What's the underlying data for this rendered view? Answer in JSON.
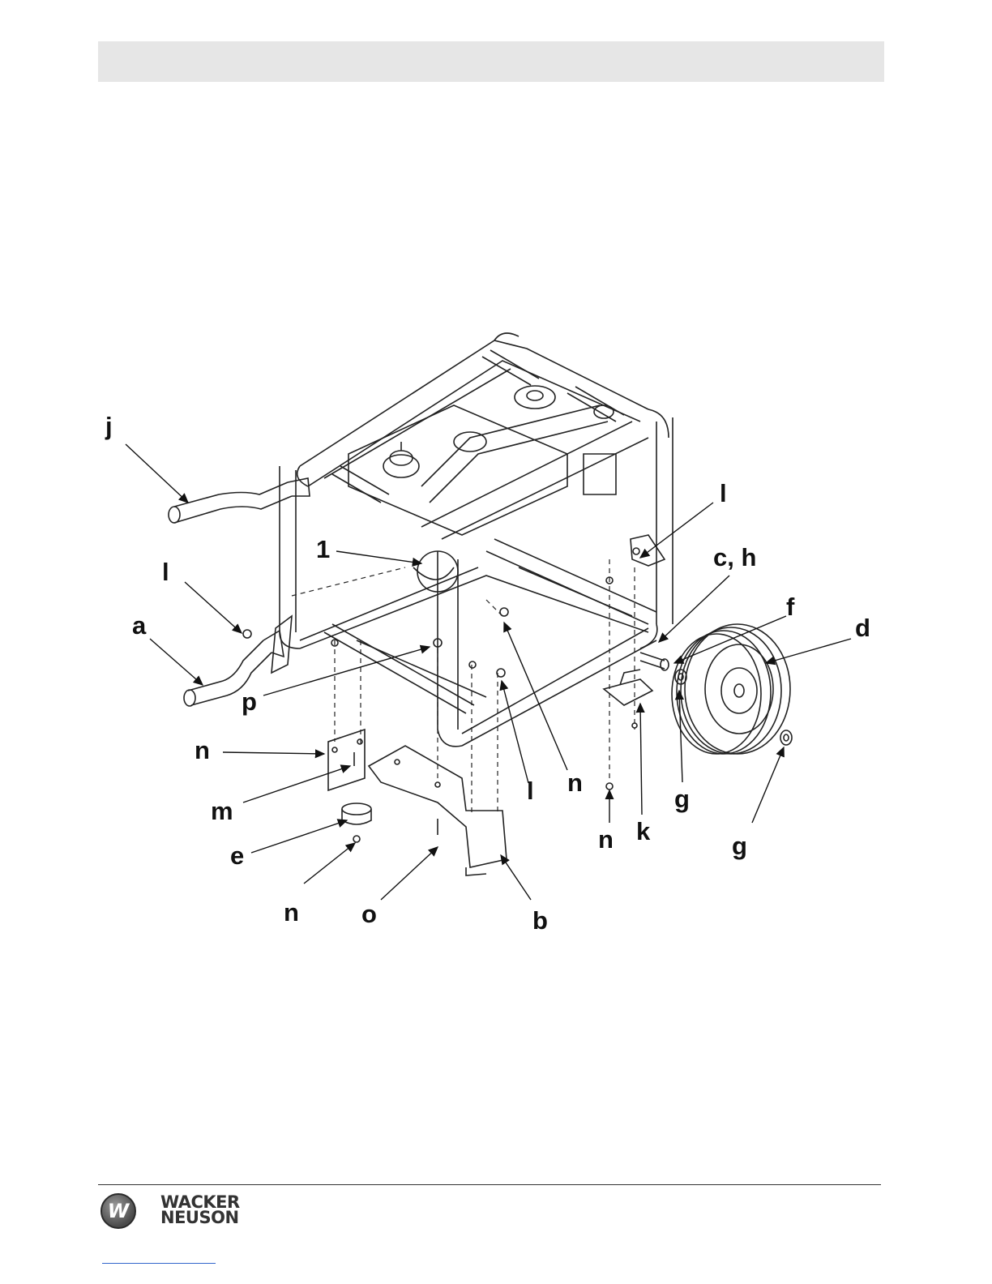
{
  "header": {
    "bar_color": "#e6e6e6"
  },
  "diagram": {
    "callouts": [
      {
        "id": "j",
        "label": "j"
      },
      {
        "id": "l-top",
        "label": "l"
      },
      {
        "id": "c-h",
        "label": "c, h"
      },
      {
        "id": "one",
        "label": "1"
      },
      {
        "id": "l-left",
        "label": "l"
      },
      {
        "id": "f",
        "label": "f"
      },
      {
        "id": "d",
        "label": "d"
      },
      {
        "id": "a",
        "label": "a"
      },
      {
        "id": "p",
        "label": "p"
      },
      {
        "id": "n-left",
        "label": "n"
      },
      {
        "id": "n-mid",
        "label": "n"
      },
      {
        "id": "l-mid",
        "label": "l"
      },
      {
        "id": "g-right",
        "label": "g"
      },
      {
        "id": "m",
        "label": "m"
      },
      {
        "id": "k",
        "label": "k"
      },
      {
        "id": "n-k",
        "label": "n"
      },
      {
        "id": "g-low",
        "label": "g"
      },
      {
        "id": "e",
        "label": "e"
      },
      {
        "id": "n-bottom",
        "label": "n"
      },
      {
        "id": "o",
        "label": "o"
      },
      {
        "id": "b",
        "label": "b"
      }
    ]
  },
  "footer": {
    "brand_line1": "WACKER",
    "brand_line2": "NEUSON",
    "logo_letter": "W",
    "logo_icon": "wacker-neuson-logo-icon"
  }
}
